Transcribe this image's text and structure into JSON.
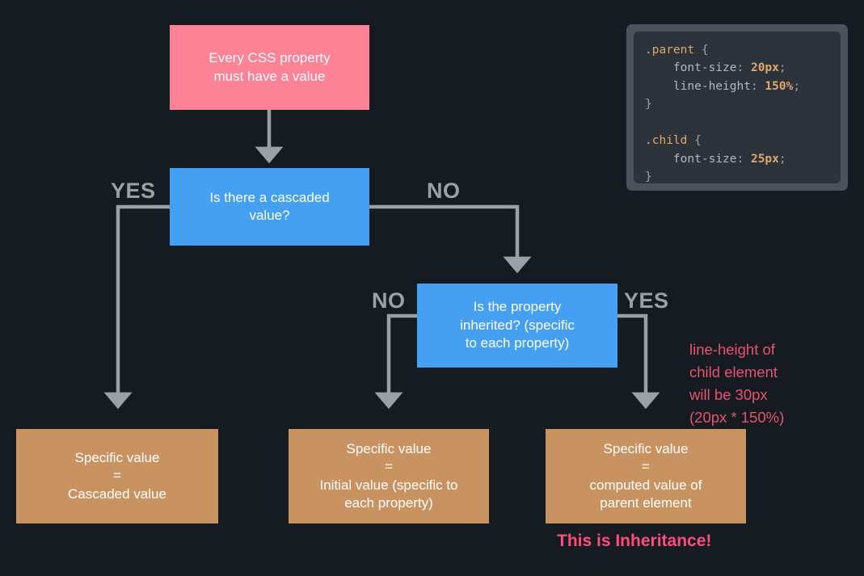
{
  "background_color": "#161b22",
  "palette": {
    "pink": "#fc8296",
    "blue": "#45a0f2",
    "tan": "#c99361",
    "arrow_gray": "#9aa0a6",
    "annotation_pink": "#e8536f",
    "callout_pink": "#fc4d7c",
    "code_frame": "#4c525b",
    "code_bg": "#2d333b"
  },
  "nodes": {
    "start": {
      "text": "Every CSS property\nmust have a value",
      "color": "#fc8296"
    },
    "decision_cascaded": {
      "text": "Is there a cascaded\nvalue?",
      "color": "#45a0f2"
    },
    "decision_inherited": {
      "text": "Is the property\ninherited? (specific\nto each property)",
      "color": "#45a0f2"
    },
    "result_cascaded": {
      "text": "Specific value\n=\nCascaded value",
      "color": "#c99361"
    },
    "result_initial": {
      "text": "Specific value\n=\nInitial value (specific to\neach property)",
      "color": "#c99361"
    },
    "result_inherited": {
      "text": "Specific value\n=\ncomputed value of\nparent element",
      "color": "#c99361"
    }
  },
  "edge_labels": {
    "cascaded_yes": "YES",
    "cascaded_no": "NO",
    "inherited_no": "NO",
    "inherited_yes": "YES"
  },
  "annotation": {
    "text": "line-height of\nchild element\nwill be 30px\n(20px * 150%)"
  },
  "callout": {
    "text": "This is Inheritance!"
  },
  "code_panel": {
    "language": "css",
    "lines": [
      {
        "tokens": [
          {
            "t": ".",
            "c": "dot"
          },
          {
            "t": "parent",
            "c": "sel"
          },
          {
            "t": " {",
            "c": "pun"
          }
        ]
      },
      {
        "tokens": [
          {
            "t": "    font-size",
            "c": "prop"
          },
          {
            "t": ": ",
            "c": "pun"
          },
          {
            "t": "20px",
            "c": "val"
          },
          {
            "t": ";",
            "c": "pun"
          }
        ]
      },
      {
        "tokens": [
          {
            "t": "    line-height",
            "c": "prop"
          },
          {
            "t": ": ",
            "c": "pun"
          },
          {
            "t": "150%",
            "c": "val"
          },
          {
            "t": ";",
            "c": "pun"
          }
        ]
      },
      {
        "tokens": [
          {
            "t": "}",
            "c": "pun"
          }
        ]
      },
      {
        "tokens": [
          {
            "t": "",
            "c": "pun"
          }
        ]
      },
      {
        "tokens": [
          {
            "t": ".",
            "c": "dot"
          },
          {
            "t": "child",
            "c": "sel"
          },
          {
            "t": " {",
            "c": "pun"
          }
        ]
      },
      {
        "tokens": [
          {
            "t": "    font-size",
            "c": "prop"
          },
          {
            "t": ": ",
            "c": "pun"
          },
          {
            "t": "25px",
            "c": "val"
          },
          {
            "t": ";",
            "c": "pun"
          }
        ]
      },
      {
        "tokens": [
          {
            "t": "}",
            "c": "pun"
          }
        ]
      }
    ]
  }
}
